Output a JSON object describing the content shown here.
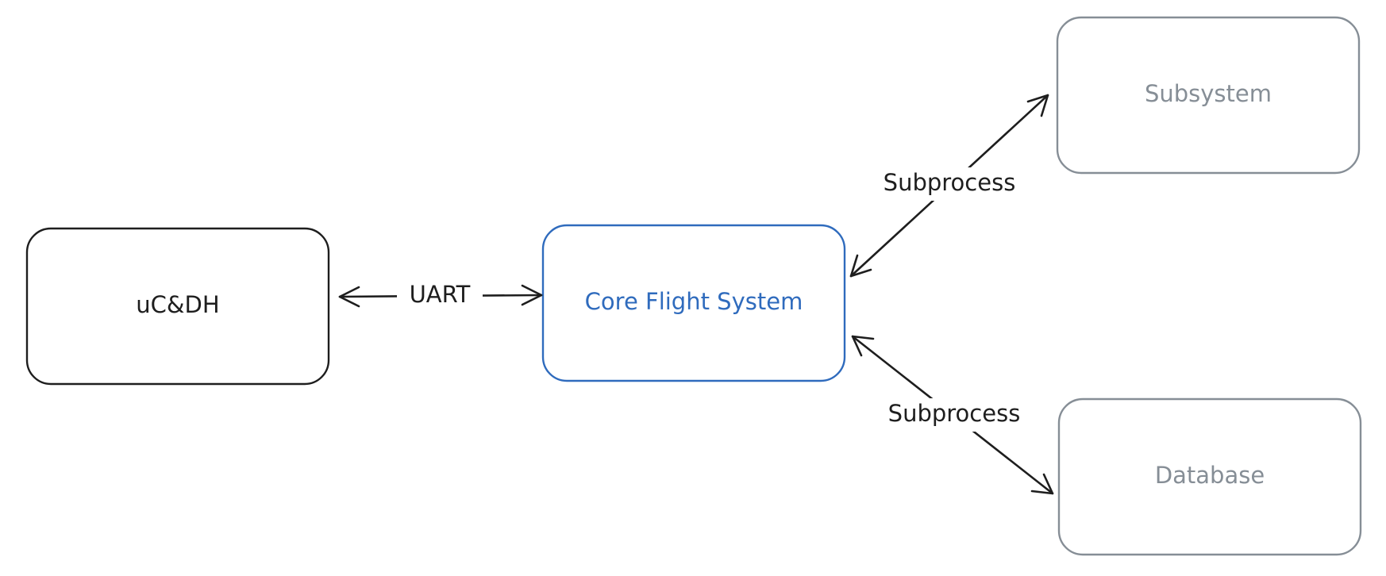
{
  "nodes": {
    "ucdh": {
      "label": "uC&DH",
      "color": "#1e1e1e"
    },
    "cfs": {
      "label": "Core Flight System",
      "color": "#2f6bbd"
    },
    "subsystem": {
      "label": "Subsystem",
      "color": "#868e96",
      "border": "#868e96"
    },
    "database": {
      "label": "Database",
      "color": "#868e96",
      "border": "#868e96"
    }
  },
  "edges": {
    "uart": {
      "label": "UART",
      "direction": "bidirectional"
    },
    "to_subsystem": {
      "label": "Subprocess",
      "direction": "bidirectional"
    },
    "to_database": {
      "label": "Subprocess",
      "direction": "bidirectional"
    }
  }
}
